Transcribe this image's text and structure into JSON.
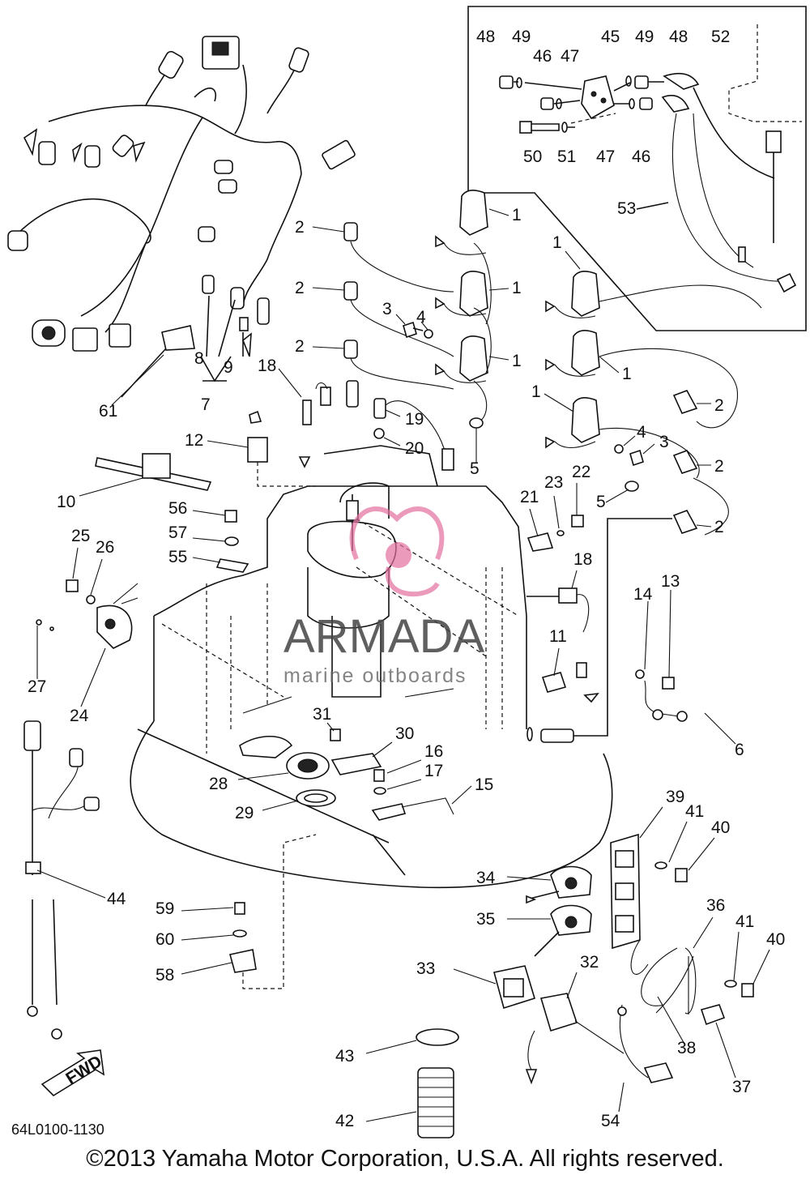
{
  "diagram": {
    "doc_code": "64L0100-1130",
    "copyright": "©2013 Yamaha Motor Corporation, U.S.A. All rights reserved.",
    "watermark": {
      "brand": "ARMADA",
      "tagline": "marine outboards",
      "color": "#e36fa0"
    },
    "fwd_label": "FWD",
    "labels": {
      "l1a": "1",
      "l1b": "1",
      "l1c": "1",
      "l1d": "1",
      "l1e": "1",
      "l1f": "1",
      "l2a": "2",
      "l2b": "2",
      "l2c": "2",
      "l2d": "2",
      "l2e": "2",
      "l2f": "2",
      "l3a": "3",
      "l3b": "3",
      "l4a": "4",
      "l4b": "4",
      "l5a": "5",
      "l5b": "5",
      "l6": "6",
      "l7": "7",
      "l8": "8",
      "l9": "9",
      "l10": "10",
      "l11": "11",
      "l12": "12",
      "l13": "13",
      "l14": "14",
      "l15": "15",
      "l16": "16",
      "l17": "17",
      "l18a": "18",
      "l18b": "18",
      "l19": "19",
      "l20": "20",
      "l21": "21",
      "l22": "22",
      "l23": "23",
      "l24": "24",
      "l25": "25",
      "l26": "26",
      "l27": "27",
      "l28": "28",
      "l29": "29",
      "l30": "30",
      "l31": "31",
      "l32": "32",
      "l33": "33",
      "l34": "34",
      "l35": "35",
      "l36": "36",
      "l37": "37",
      "l38": "38",
      "l39": "39",
      "l40a": "40",
      "l40b": "40",
      "l41a": "41",
      "l41b": "41",
      "l42": "42",
      "l43": "43",
      "l44": "44",
      "l45": "45",
      "l46a": "46",
      "l46b": "46",
      "l47a": "47",
      "l47b": "47",
      "l48a": "48",
      "l48b": "48",
      "l49a": "49",
      "l49b": "49",
      "l50": "50",
      "l51": "51",
      "l52": "52",
      "l53": "53",
      "l54": "54",
      "l55": "55",
      "l56": "56",
      "l57": "57",
      "l58": "58",
      "l59": "59",
      "l60": "60",
      "l61": "61"
    }
  }
}
